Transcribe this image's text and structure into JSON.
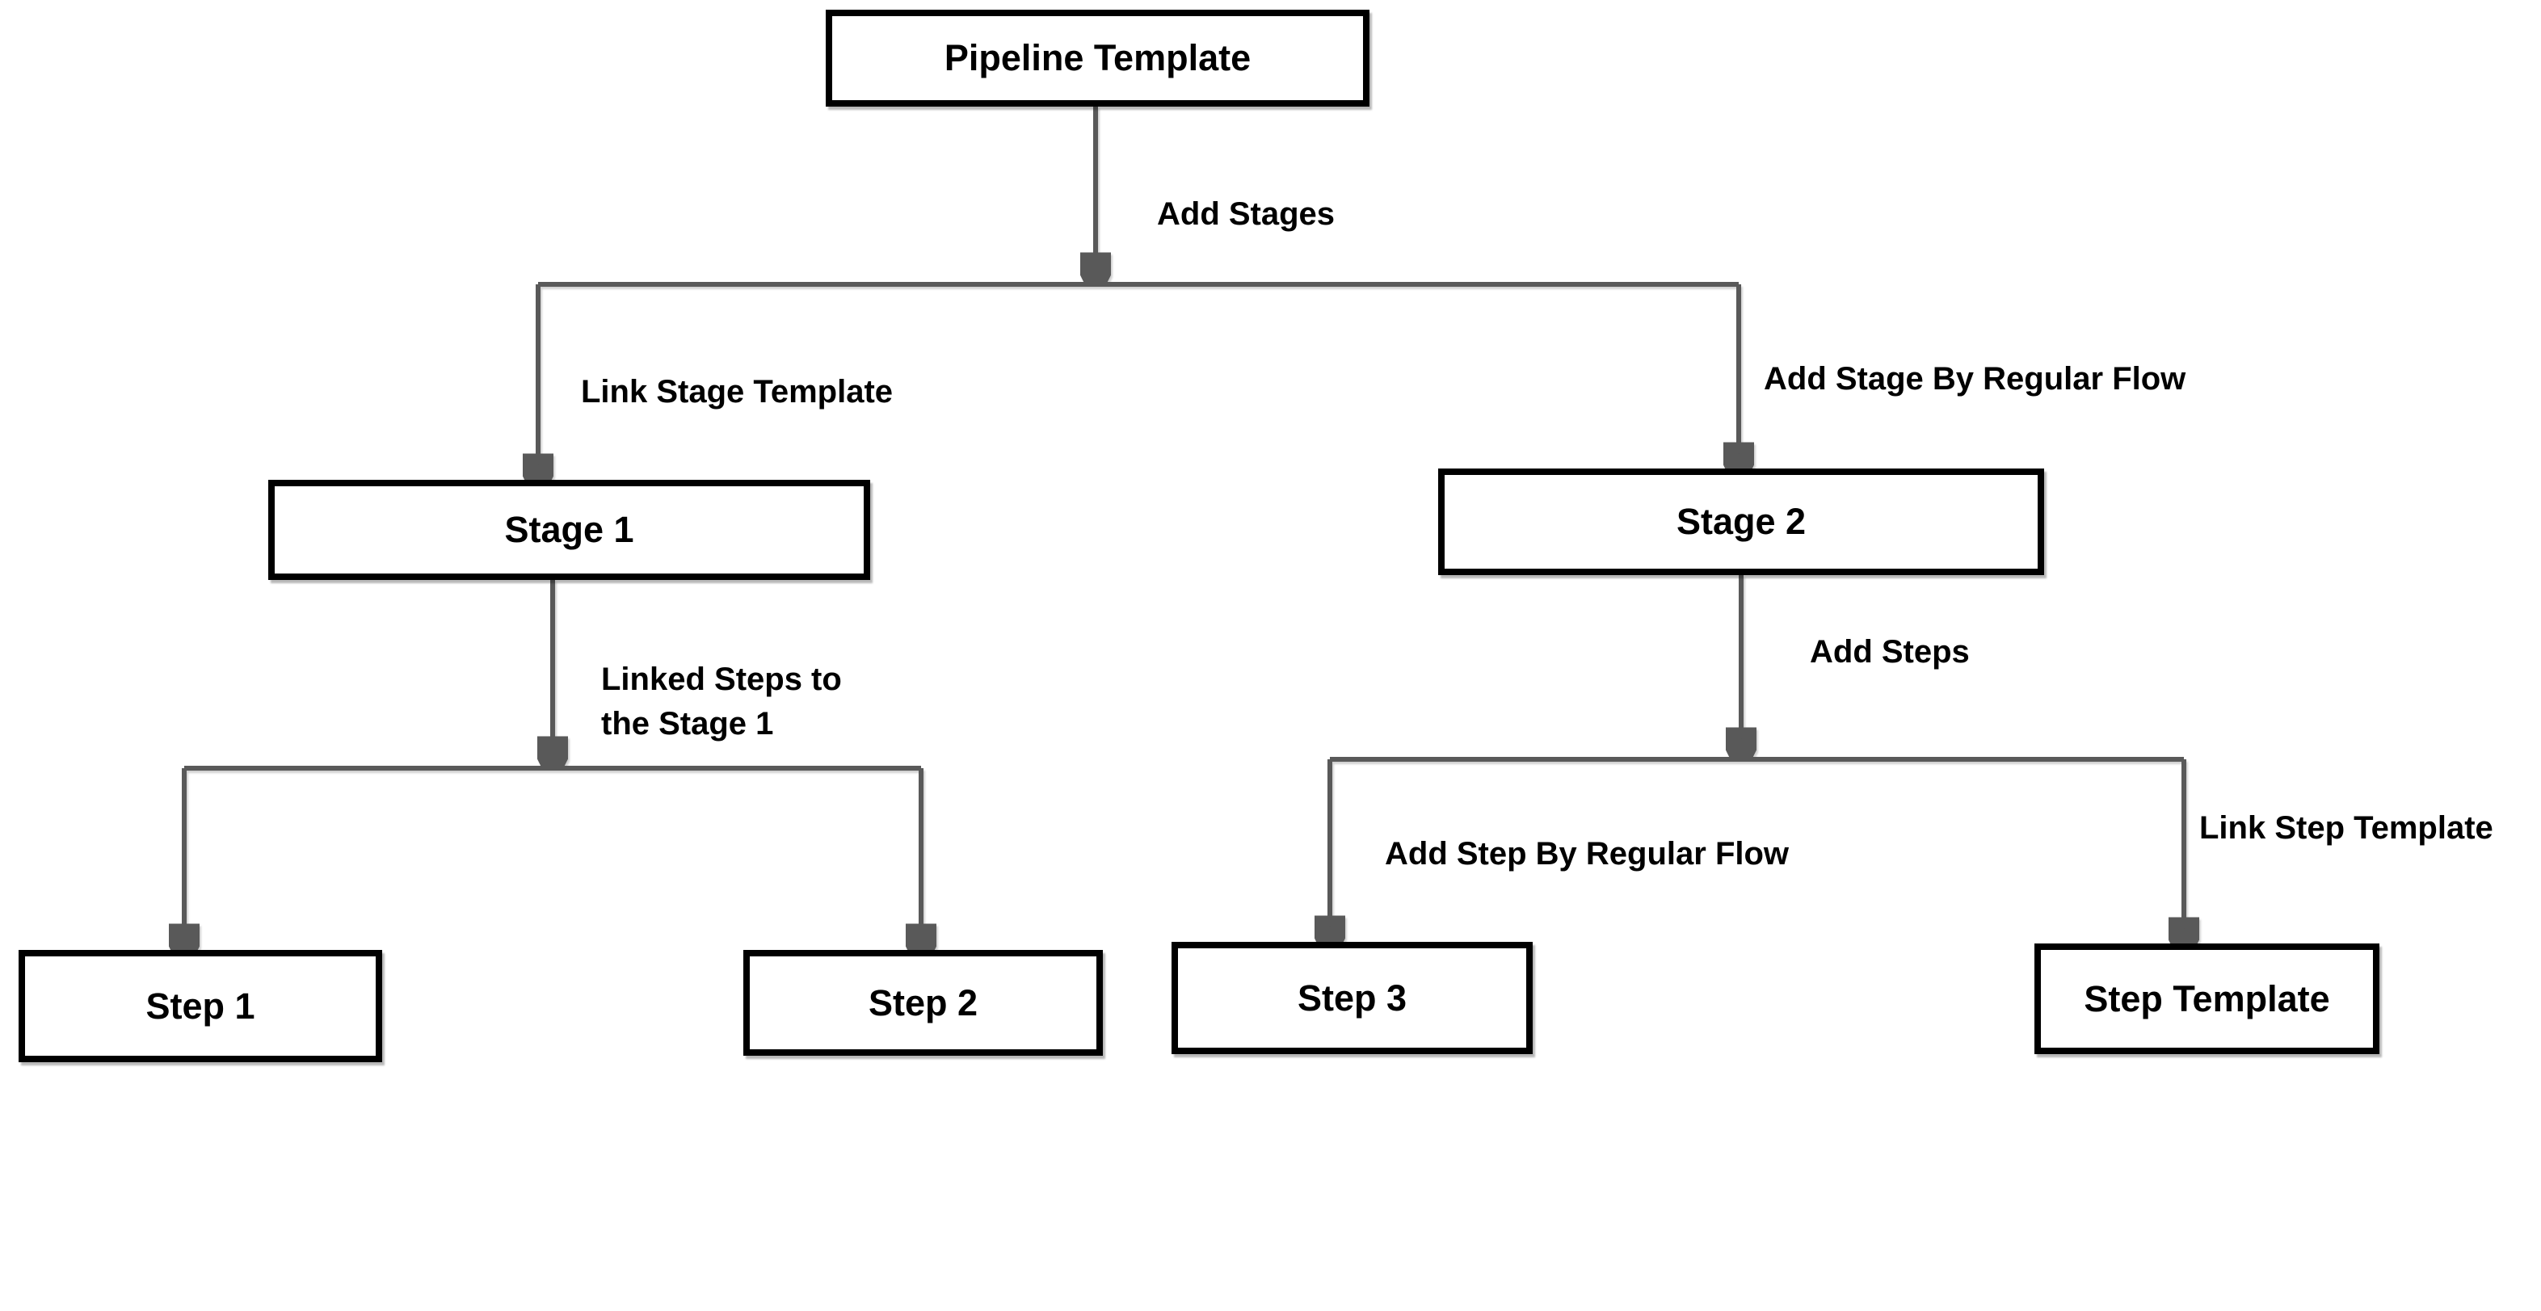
{
  "diagram": {
    "background_color": "#ffffff",
    "connector_color": "#595959",
    "node_border_color": "#000000",
    "node_fill_color": "#ffffff",
    "text_color": "#000000",
    "nodes": [
      {
        "id": "pipeline-template",
        "label": "Pipeline Template"
      },
      {
        "id": "stage-1",
        "label": "Stage 1"
      },
      {
        "id": "stage-2",
        "label": "Stage 2"
      },
      {
        "id": "step-1",
        "label": "Step 1"
      },
      {
        "id": "step-2",
        "label": "Step 2"
      },
      {
        "id": "step-3",
        "label": "Step 3"
      },
      {
        "id": "step-template",
        "label": "Step Template"
      }
    ],
    "edges": [
      {
        "from": "pipeline-template",
        "to": "stages-branch",
        "label": "Add Stages"
      },
      {
        "from": "stages-branch",
        "to": "stage-1",
        "label": "Link Stage Template"
      },
      {
        "from": "stages-branch",
        "to": "stage-2",
        "label": "Add Stage By Regular Flow"
      },
      {
        "from": "stage-1",
        "to": "steps-branch-left",
        "label": "Linked Steps to\nthe Stage 1"
      },
      {
        "from": "stage-2",
        "to": "steps-branch-right",
        "label": "Add Steps"
      },
      {
        "from": "steps-branch-right",
        "to": "step-3",
        "label": "Add Step By Regular Flow"
      },
      {
        "from": "steps-branch-right",
        "to": "step-template",
        "label": "Link Step Template"
      }
    ]
  }
}
